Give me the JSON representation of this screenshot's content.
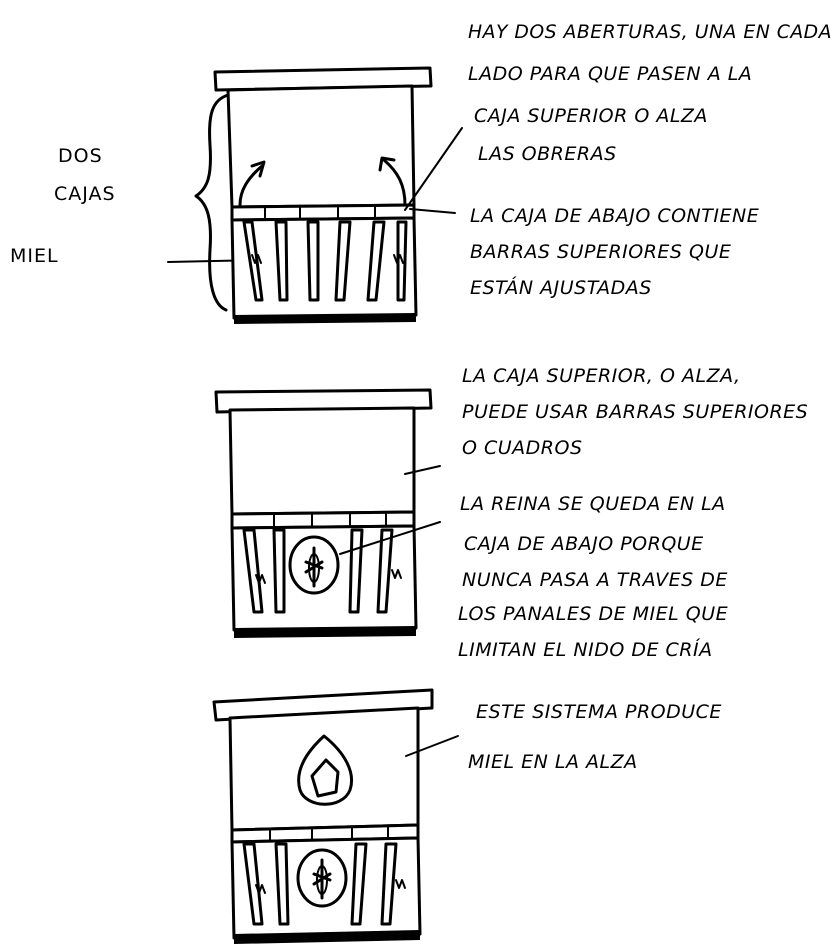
{
  "side_labels": {
    "dos": "DOS",
    "cajas": "CAJAS",
    "miel": "MIEL"
  },
  "panel1": {
    "note_top": [
      "HAY DOS ABERTURAS, UNA EN CADA",
      "LADO PARA QUE PASEN A LA",
      "CAJA SUPERIOR O ALZA",
      "LAS OBRERAS"
    ],
    "note_bottom": [
      "LA CAJA DE ABAJO CONTIENE",
      "BARRAS SUPERIORES QUE",
      "ESTÁN AJUSTADAS"
    ]
  },
  "panel2": {
    "note_top": [
      "LA CAJA SUPERIOR, O ALZA,",
      "PUEDE USAR BARRAS SUPERIORES",
      "O CUADROS"
    ],
    "note_bottom": [
      "LA REINA SE QUEDA EN LA",
      "CAJA DE ABAJO PORQUE",
      "NUNCA PASA A TRAVES DE",
      "LOS PANALES DE MIEL QUE",
      "LIMITAN EL NIDO DE CRÍA"
    ]
  },
  "panel3": {
    "note": [
      "ESTE SISTEMA PRODUCE",
      "MIEL EN LA ALZA"
    ]
  }
}
